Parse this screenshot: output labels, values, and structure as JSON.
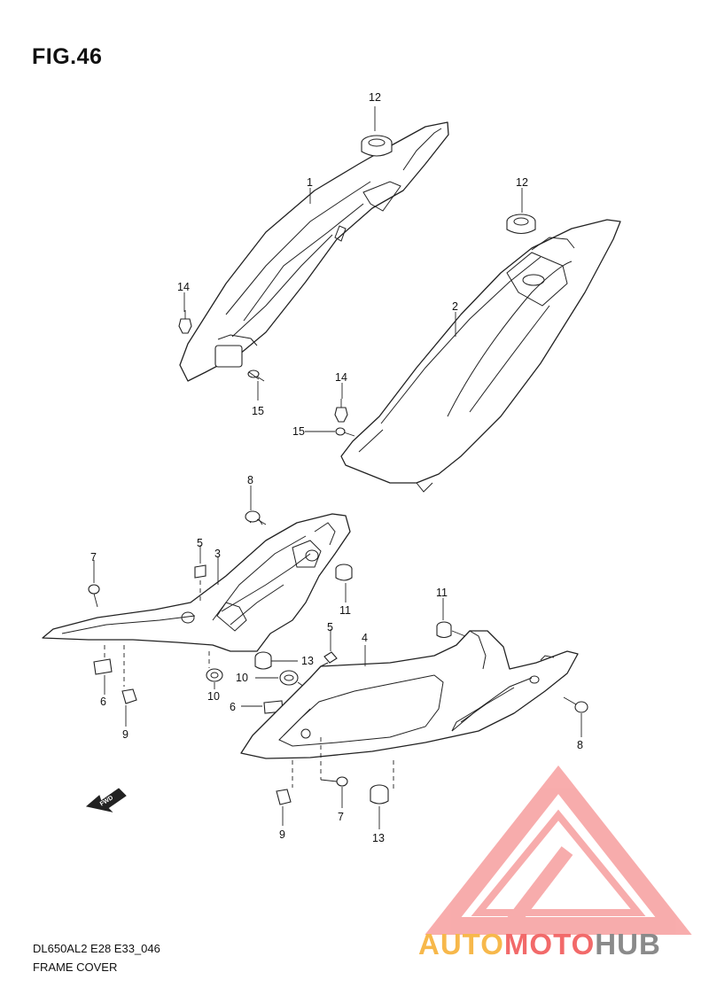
{
  "figure": {
    "title": "FIG.46",
    "code": "DL650AL2 E28 E33_046",
    "caption": "FRAME COVER"
  },
  "fwd_label": "FWD",
  "watermark": {
    "word_a": "AUTO",
    "word_b": "MOTO",
    "word_c": "HUB",
    "colors": {
      "a": "#f7b84b",
      "b": "#f26a6a",
      "c": "#8a8a8a",
      "triangle": "#f26a6a"
    }
  },
  "callouts": [
    {
      "id": "c12a",
      "text": "12"
    },
    {
      "id": "c1",
      "text": "1"
    },
    {
      "id": "c14a",
      "text": "14"
    },
    {
      "id": "c15a",
      "text": "15"
    },
    {
      "id": "c12b",
      "text": "12"
    },
    {
      "id": "c2",
      "text": "2"
    },
    {
      "id": "c14b",
      "text": "14"
    },
    {
      "id": "c15b",
      "text": "15"
    },
    {
      "id": "c8a",
      "text": "8"
    },
    {
      "id": "c5a",
      "text": "5"
    },
    {
      "id": "c3",
      "text": "3"
    },
    {
      "id": "c7a",
      "text": "7"
    },
    {
      "id": "c11a",
      "text": "11"
    },
    {
      "id": "c11b",
      "text": "11"
    },
    {
      "id": "c5b",
      "text": "5"
    },
    {
      "id": "c4",
      "text": "4"
    },
    {
      "id": "c13a",
      "text": "13"
    },
    {
      "id": "c10a",
      "text": "10"
    },
    {
      "id": "c10b",
      "text": "10"
    },
    {
      "id": "c6a",
      "text": "6"
    },
    {
      "id": "c6b",
      "text": "6"
    },
    {
      "id": "c9a",
      "text": "9"
    },
    {
      "id": "c8b",
      "text": "8"
    },
    {
      "id": "c7b",
      "text": "7"
    },
    {
      "id": "c9b",
      "text": "9"
    },
    {
      "id": "c13b",
      "text": "13"
    }
  ]
}
